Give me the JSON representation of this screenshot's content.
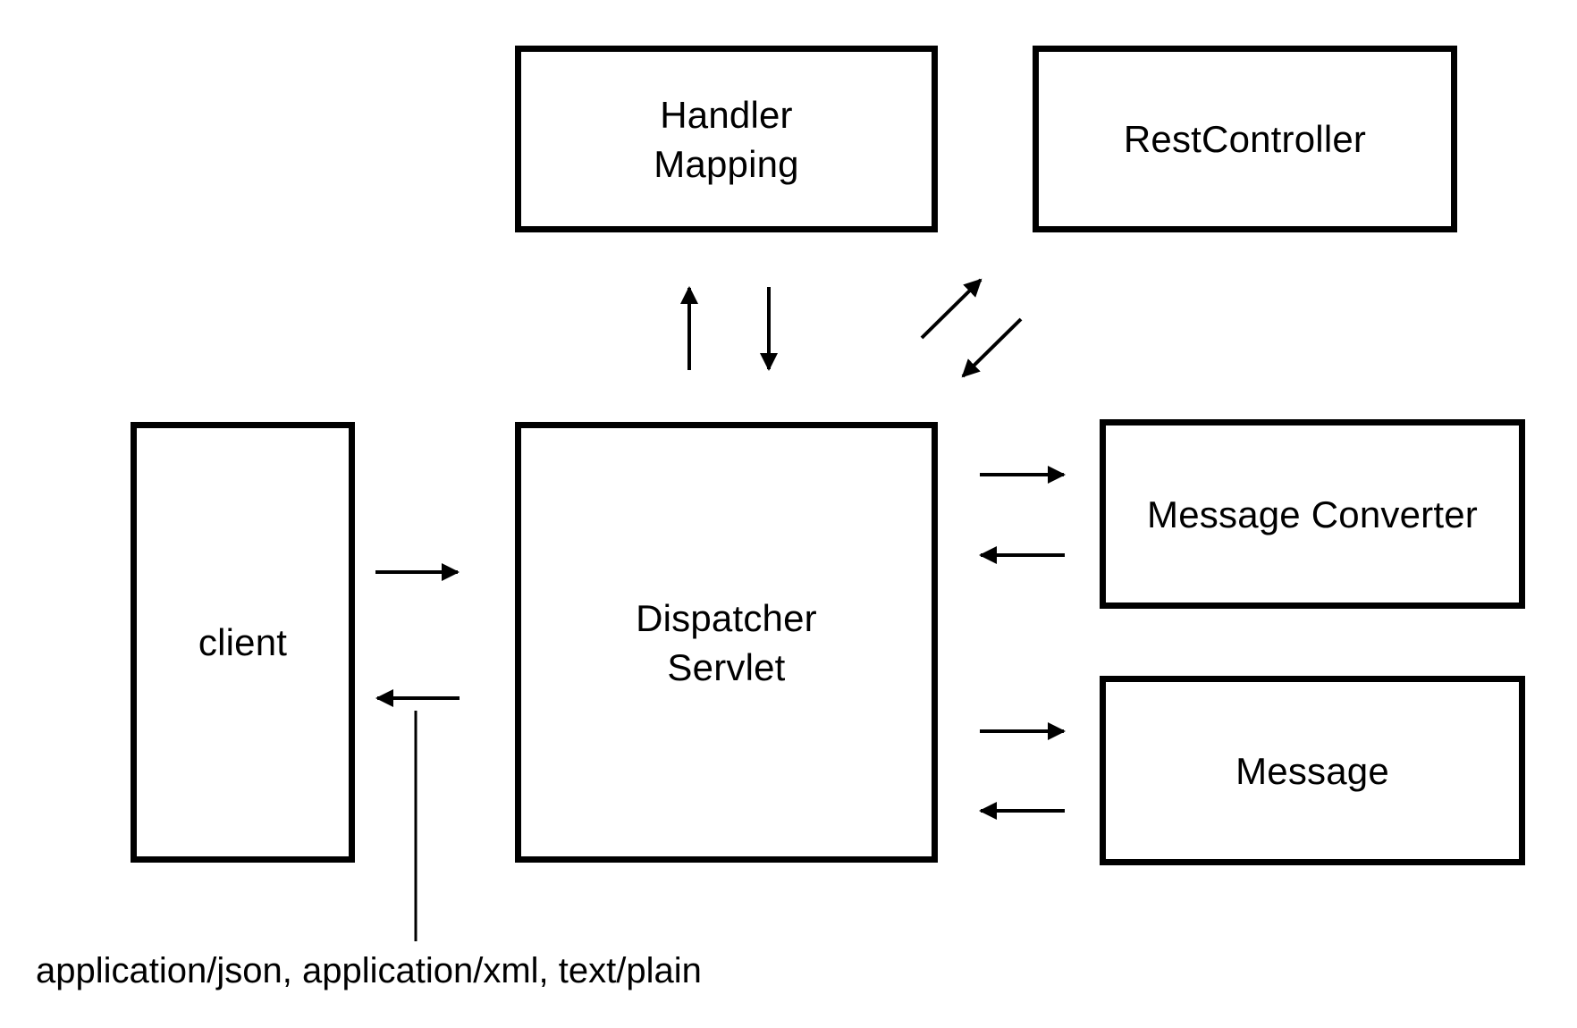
{
  "diagram": {
    "nodes": {
      "handler_mapping": "Handler\nMapping",
      "rest_controller": "RestController",
      "client": "client",
      "dispatcher_servlet": "Dispatcher\nServlet",
      "message_converter": "Message Converter",
      "message": "Message"
    },
    "content_types_label": "application/json, application/xml, text/plain",
    "edges": [
      {
        "from": "client",
        "to": "dispatcher_servlet"
      },
      {
        "from": "dispatcher_servlet",
        "to": "client"
      },
      {
        "from": "dispatcher_servlet",
        "to": "handler_mapping"
      },
      {
        "from": "handler_mapping",
        "to": "dispatcher_servlet"
      },
      {
        "from": "dispatcher_servlet",
        "to": "rest_controller"
      },
      {
        "from": "rest_controller",
        "to": "dispatcher_servlet"
      },
      {
        "from": "dispatcher_servlet",
        "to": "message_converter"
      },
      {
        "from": "message_converter",
        "to": "dispatcher_servlet"
      },
      {
        "from": "dispatcher_servlet",
        "to": "message"
      },
      {
        "from": "message",
        "to": "dispatcher_servlet"
      }
    ]
  }
}
